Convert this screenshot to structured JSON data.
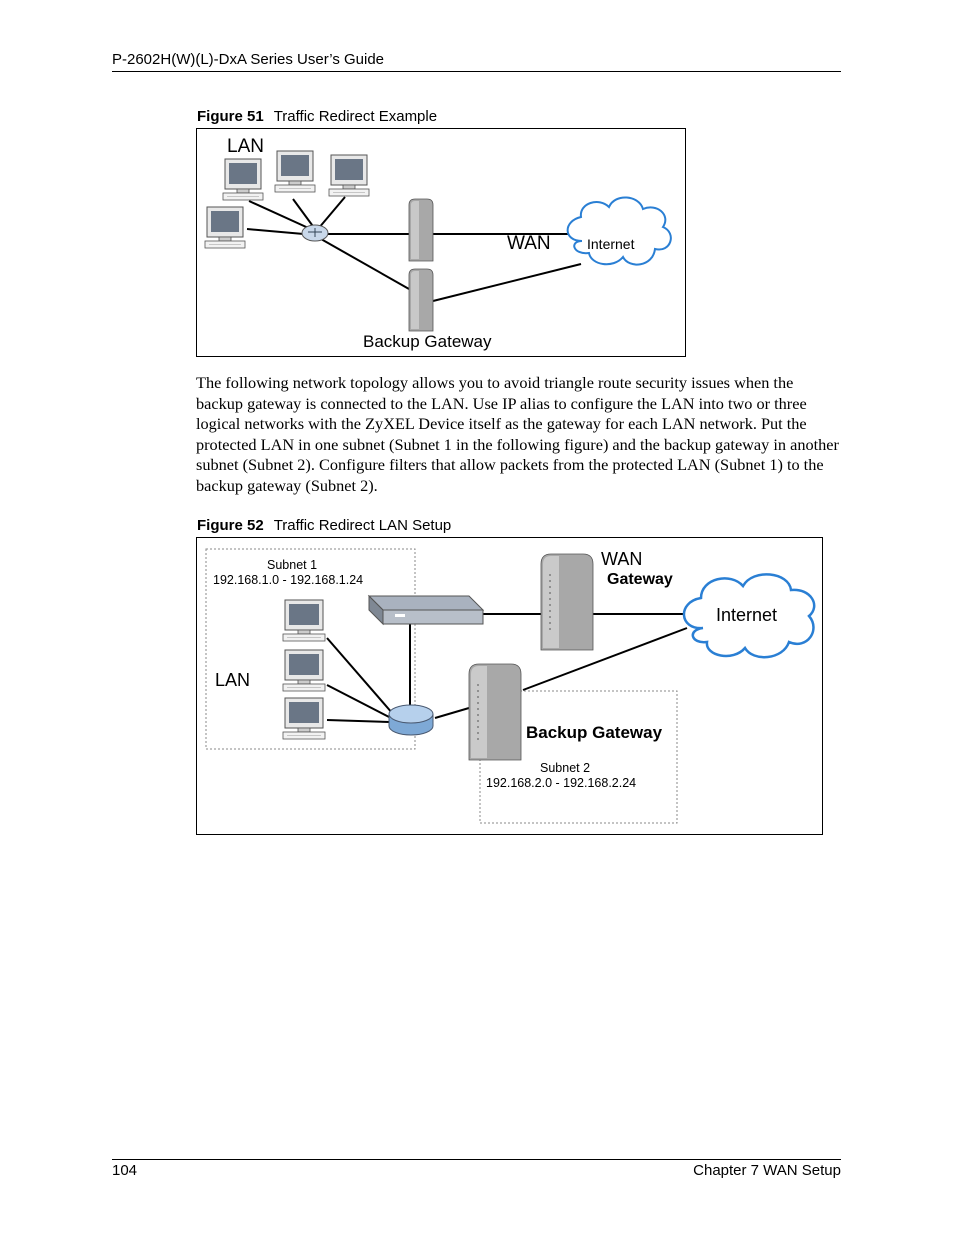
{
  "header": {
    "title": "P-2602H(W)(L)-DxA Series User’s Guide"
  },
  "figure51": {
    "number": "Figure 51",
    "caption": "Traffic Redirect Example",
    "labels": {
      "lan": "LAN",
      "wan": "WAN",
      "internet": "Internet",
      "backup_gateway": "Backup Gateway"
    }
  },
  "body": {
    "paragraph": "The following network topology allows you to avoid triangle route security issues when the backup gateway is connected to the LAN. Use IP alias to configure the LAN into two or three logical networks with the ZyXEL Device itself as the gateway for each LAN network. Put the protected LAN in one subnet (Subnet 1 in the following figure) and the backup gateway in another subnet (Subnet 2). Configure filters that allow packets from the protected LAN (Subnet 1) to the backup gateway (Subnet 2)."
  },
  "figure52": {
    "number": "Figure 52",
    "caption": "Traffic Redirect LAN Setup",
    "labels": {
      "subnet1": "Subnet 1",
      "subnet1_range": "192.168.1.0 - 192.168.1.24",
      "lan": "LAN",
      "wan": "WAN",
      "gateway": "Gateway",
      "internet": "Internet",
      "backup_gateway": "Backup Gateway",
      "subnet2": "Subnet 2",
      "subnet2_range": "192.168.2.0 - 192.168.2.24"
    }
  },
  "footer": {
    "page_number": "104",
    "chapter": "Chapter 7 WAN Setup"
  },
  "icons": {
    "computer": "computer-icon",
    "router": "router-icon",
    "gateway": "gateway-device-icon",
    "switch": "switch-icon",
    "cloud": "cloud-icon"
  },
  "colors": {
    "cloud_outline": "#2a7fd4",
    "device_gray": "#9c9c9c",
    "router_blue": "#8ab4dc"
  }
}
